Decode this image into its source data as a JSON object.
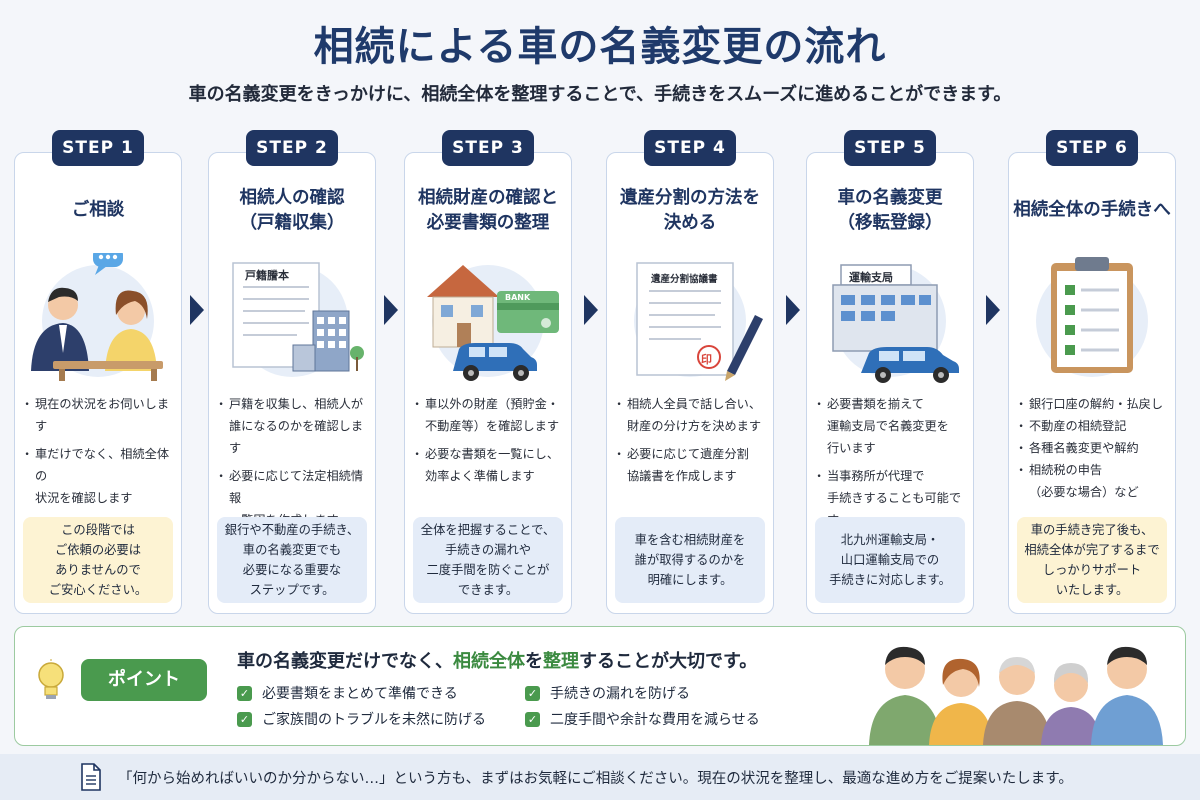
{
  "header": {
    "title": "相続による車の名義変更の流れ",
    "subtitle": "車の名義変更をきっかけに、相続全体を整理することで、手続きをスムーズに進めることができます。"
  },
  "steps": [
    {
      "badge": "STEP 1",
      "title": "ご相談",
      "bullets": [
        "現在の状況をお伺いします",
        "車だけでなく、相続全体の\n状況を確認します"
      ],
      "note": "この段階では\nご依頼の必要は\nありませんので\nご安心ください。",
      "note_style": "yellow"
    },
    {
      "badge": "STEP 2",
      "title": "相続人の確認\n（戸籍収集）",
      "doc_label": "戸籍謄本",
      "bullets": [
        "戸籍を収集し、相続人が\n誰になるのかを確認します",
        "必要に応じて法定相続情報\n一覧図を作成します"
      ],
      "note": "銀行や不動産の手続き、\n車の名義変更でも\n必要になる重要な\nステップです。",
      "note_style": "blue"
    },
    {
      "badge": "STEP 3",
      "title": "相続財産の確認と\n必要書類の整理",
      "bank_label": "BANK",
      "bullets": [
        "車以外の財産（預貯金・\n不動産等）を確認します",
        "必要な書類を一覧にし、\n効率よく準備します"
      ],
      "note": "全体を把握することで、\n手続きの漏れや\n二度手間を防ぐことが\nできます。",
      "note_style": "blue"
    },
    {
      "badge": "STEP 4",
      "title": "遺産分割の方法を\n決める",
      "doc_label": "遺産分割協議書",
      "stamp_label": "印",
      "bullets": [
        "相続人全員で話し合い、\n財産の分け方を決めます",
        "必要に応じて遺産分割\n協議書を作成します"
      ],
      "note": "車を含む相続財産を\n誰が取得するのかを\n明確にします。",
      "note_style": "blue"
    },
    {
      "badge": "STEP 5",
      "title": "車の名義変更\n（移転登録）",
      "office_label": "運輸支局",
      "bullets": [
        "必要書類を揃えて\n運輸支局で名義変更を\n行います",
        "当事務所が代理で\n手続きすることも可能です"
      ],
      "note": "北九州運輸支局・\n山口運輸支局での\n手続きに対応します。",
      "note_style": "blue"
    },
    {
      "badge": "STEP 6",
      "title": "相続全体の手続きへ",
      "bullets": [
        "銀行口座の解約・払戻し",
        "不動産の相続登記",
        "各種名義変更や解約",
        "相続税の申告\n（必要な場合）など"
      ],
      "note": "車の手続き完了後も、\n相続全体が完了するまで\nしっかりサポート\nいたします。",
      "note_style": "yellow"
    }
  ],
  "point": {
    "badge": "ポイント",
    "heading_pre": "車の名義変更だけでなく、",
    "heading_em1": "相続全体",
    "heading_mid": "を",
    "heading_em2": "整理",
    "heading_post": "することが大切です。",
    "checks": [
      "必要書類をまとめて準備できる",
      "手続きの漏れを防げる",
      "ご家族間のトラブルを未然に防げる",
      "二度手間や余計な費用を減らせる"
    ]
  },
  "footer": {
    "text": "「何から始めればいいのか分からない…」という方も、まずはお気軽にご相談ください。現在の状況を整理し、最適な進め方をご提案いたします。"
  },
  "colors": {
    "navy": "#1f3561",
    "green": "#4a9a4e",
    "note_yellow": "#fdf3d3",
    "note_blue": "#e4ecf8"
  }
}
